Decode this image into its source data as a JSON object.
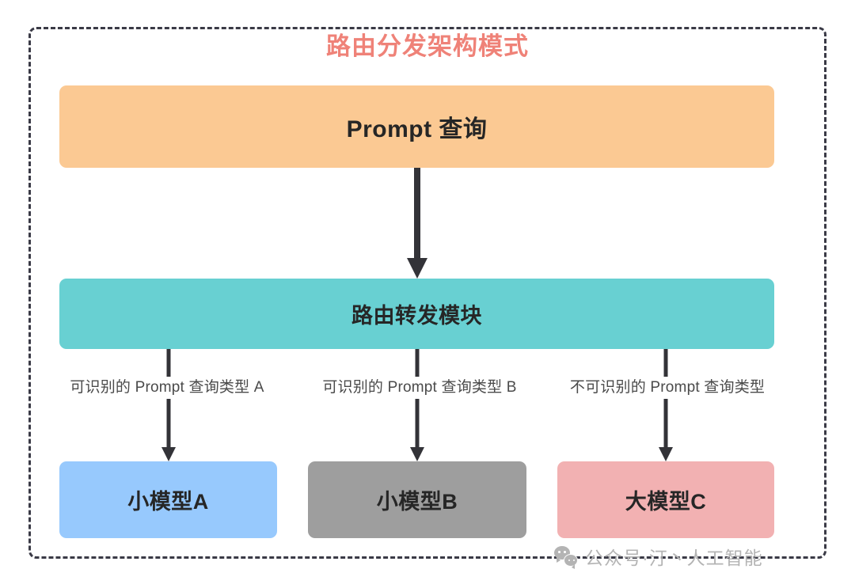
{
  "diagram": {
    "title": "路由分发架构模式",
    "title_color": "#ef8278",
    "frame": {
      "style": "dashed",
      "color": "#3a3a46"
    },
    "nodes": [
      {
        "id": "prompt",
        "label": "Prompt 查询",
        "color": "#fbc993"
      },
      {
        "id": "router",
        "label": "路由转发模块",
        "color": "#68d0d2"
      },
      {
        "id": "model_a",
        "label": "小模型A",
        "color": "#97c9fd"
      },
      {
        "id": "model_b",
        "label": "小模型B",
        "color": "#9e9e9e"
      },
      {
        "id": "model_c",
        "label": "大模型C",
        "color": "#f2b1b2"
      }
    ],
    "edges": [
      {
        "from": "prompt",
        "to": "router",
        "label": ""
      },
      {
        "from": "router",
        "to": "model_a",
        "label": "可识别的 Prompt 查询类型 A"
      },
      {
        "from": "router",
        "to": "model_b",
        "label": "可识别的 Prompt 查询类型 B"
      },
      {
        "from": "router",
        "to": "model_c",
        "label": "不可识别的 Prompt 查询类型"
      }
    ],
    "arrow_color": "#333338"
  },
  "watermark": {
    "icon": "wechat-icon",
    "text": "公众号·汀丶人工智能",
    "color": "#b4b4b4"
  }
}
